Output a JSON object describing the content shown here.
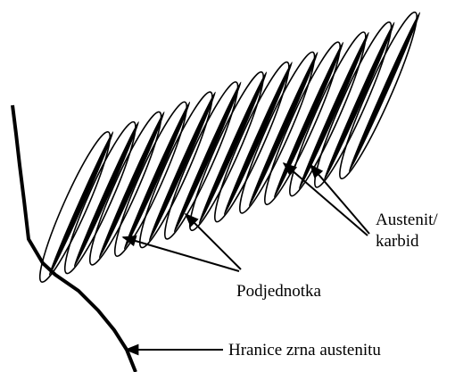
{
  "labels": {
    "austenite_carbide_line1": "Austenit/",
    "austenite_carbide_line2": "karbid",
    "subunit": "Podjednotka",
    "grain_boundary": "Hranice zrna austenitu"
  },
  "colors": {
    "ink": "#000000",
    "background": "#ffffff"
  },
  "subunit_count": 13
}
